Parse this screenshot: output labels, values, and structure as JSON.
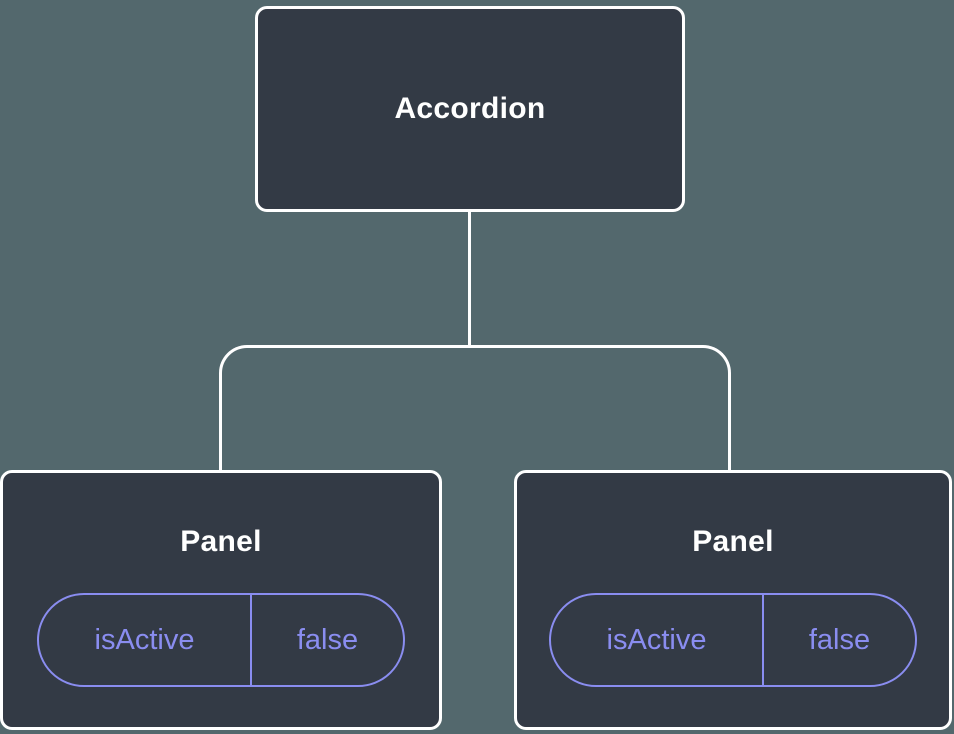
{
  "diagram": {
    "type": "component-tree",
    "root": {
      "label": "Accordion"
    },
    "children": [
      {
        "label": "Panel",
        "prop": {
          "name": "isActive",
          "value": "false"
        }
      },
      {
        "label": "Panel",
        "prop": {
          "name": "isActive",
          "value": "false"
        }
      }
    ],
    "colors": {
      "background": "#53686d",
      "node_fill": "#333a45",
      "node_border": "#ffffff",
      "connector": "#ffffff",
      "label_text": "#ffffff",
      "prop_accent": "#8a8df0"
    }
  }
}
